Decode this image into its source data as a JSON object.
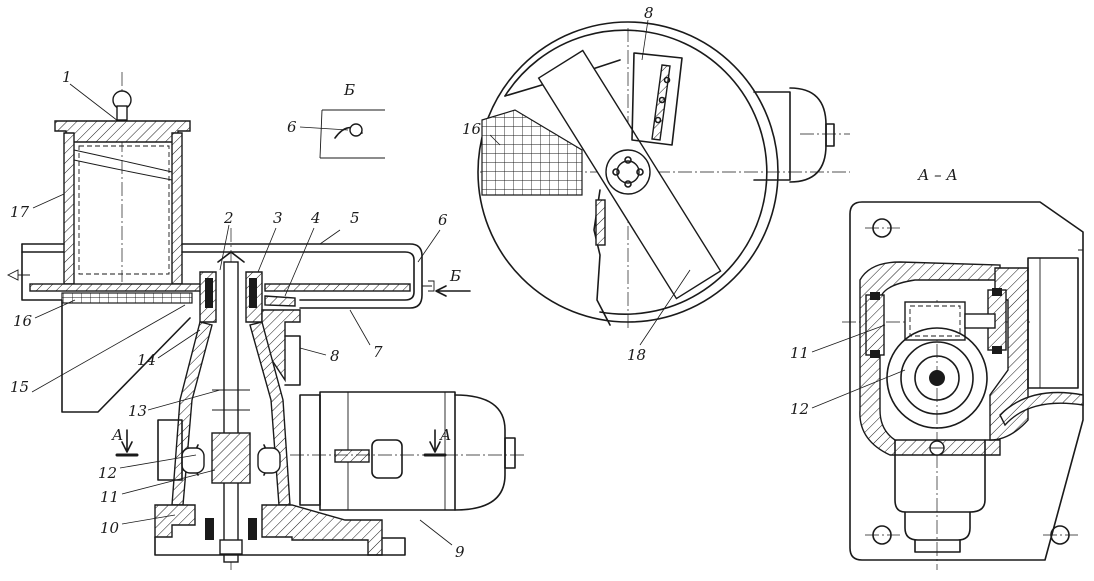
{
  "callouts": {
    "n1": "1",
    "n2": "2",
    "n3": "3",
    "n4": "4",
    "n5": "5",
    "n6": "6",
    "n7": "7",
    "n8": "8",
    "n9": "9",
    "n10": "10",
    "n11": "11",
    "n12": "12",
    "n13": "13",
    "n14": "14",
    "n15": "15",
    "n16": "16",
    "n17": "17",
    "top_n8": "8",
    "top_n16": "16",
    "top_n18": "18",
    "sec_n11": "11",
    "sec_n12": "12"
  },
  "views": {
    "view_b_title": "Б",
    "view_b_n6": "6",
    "arrow_b": "Б",
    "cut_a_left": "А",
    "cut_a_right": "А",
    "section_title": "А – А"
  }
}
